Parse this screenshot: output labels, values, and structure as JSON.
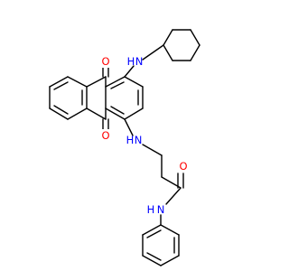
{
  "molecule": {
    "atoms": {
      "o_top": {
        "text": "O",
        "color": "#ff0000"
      },
      "o_bottom": {
        "text": "O",
        "color": "#ff0000"
      },
      "o_amide": {
        "text": "O",
        "color": "#ff0000"
      },
      "n_cyclohexylamino": {
        "text": "N",
        "color": "#0000ff"
      },
      "h_cyclohexylamino": {
        "text": "H",
        "color": "#0000ff"
      },
      "n_chain": {
        "text": "N",
        "color": "#0000ff"
      },
      "h_chain": {
        "text": "H",
        "color": "#0000ff"
      },
      "n_amide": {
        "text": "N",
        "color": "#0000ff"
      },
      "h_amide": {
        "text": "H",
        "color": "#0000ff"
      }
    },
    "bond_color": "#000000"
  }
}
